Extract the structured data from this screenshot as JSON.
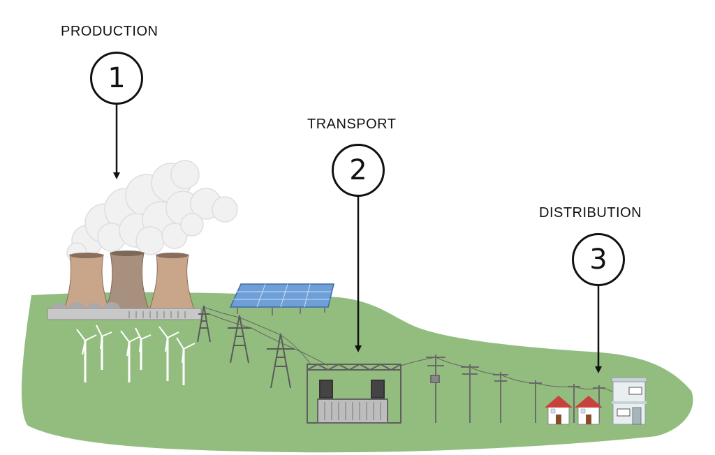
{
  "steps": [
    {
      "number": "1",
      "label": "PRODUCTION"
    },
    {
      "number": "2",
      "label": "TRANSPORT"
    },
    {
      "number": "3",
      "label": "DISTRIBUTION"
    }
  ],
  "colors": {
    "ground": "#93bd7f",
    "tower_light": "#c9a58a",
    "tower_dark": "#a8907e",
    "smoke": "#f1f1f1",
    "solar": "#6f9fd8",
    "house_roof": "#c6423a",
    "pylon": "#5a5a5a",
    "text": "#111111"
  },
  "icons": [
    "cooling-tower-icon",
    "wind-turbine-icon",
    "solar-panel-icon",
    "pylon-icon",
    "substation-icon",
    "utility-pole-icon",
    "house-icon",
    "apartment-building-icon"
  ]
}
